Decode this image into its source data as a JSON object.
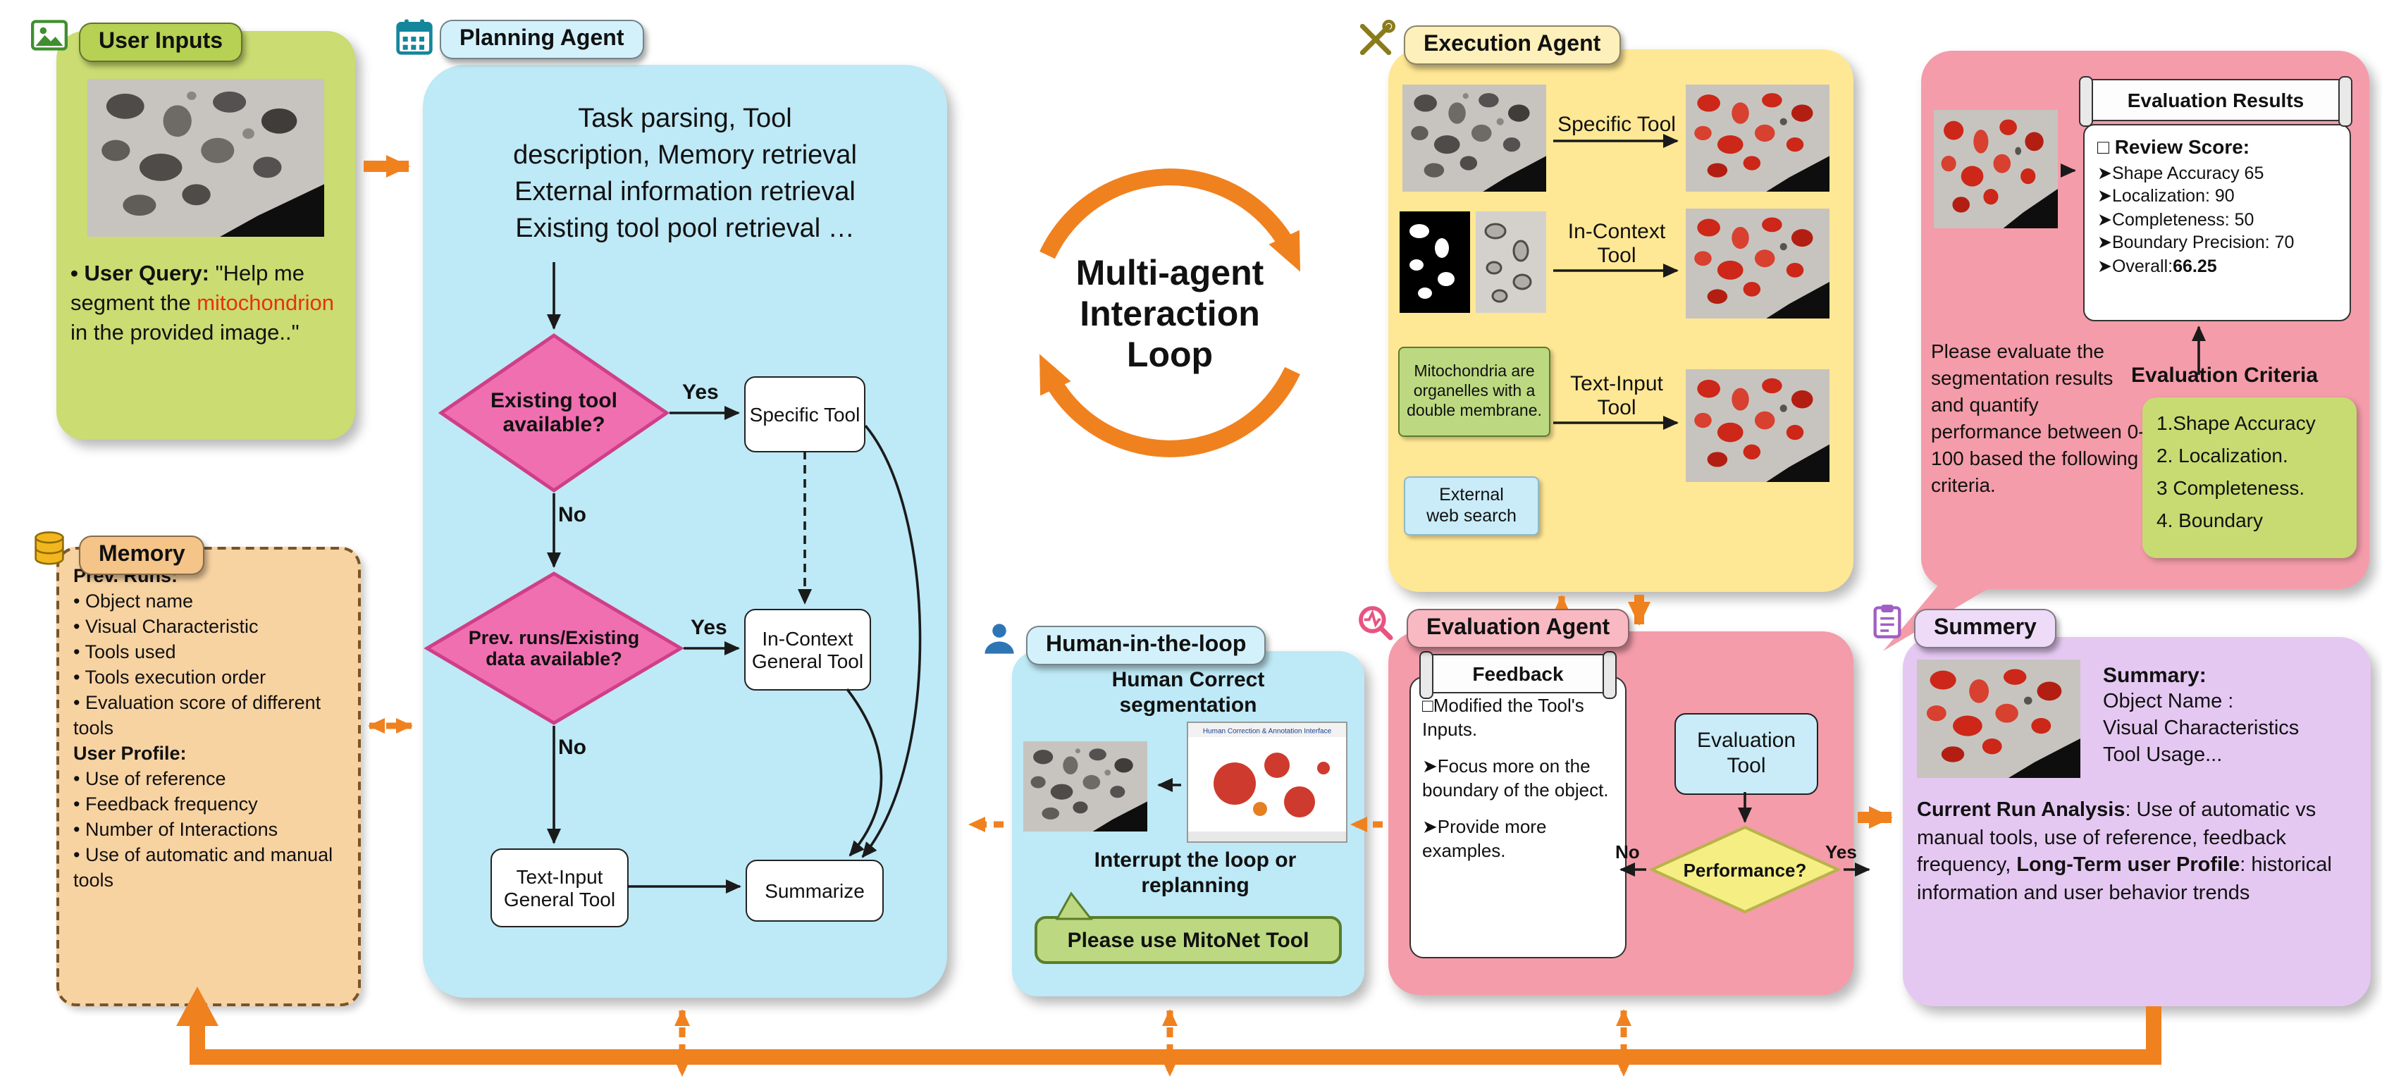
{
  "colors": {
    "accent_orange": "#F0811F",
    "highlight_red": "#E8320C",
    "user_inputs_green": "#CADC72",
    "agent_blue": "#BEE9F6",
    "execution_yellow": "#FFE895",
    "evaluation_pink": "#F49CA9",
    "summary_purple": "#E5C8F2",
    "memory_tan": "#F8D3A2",
    "decision_pink": "#F06FB0",
    "performance_yellow": "#F5EE83"
  },
  "user_inputs": {
    "title": "User Inputs",
    "query_label": "• User Query: ",
    "query_text_1": "\"Help me segment the ",
    "query_highlight": "mitochondrion",
    "query_text_2": " in the provided image..\""
  },
  "planning": {
    "title": "Planning Agent",
    "intro": [
      "Task parsing, Tool",
      "description, Memory retrieval",
      "External information retrieval",
      "Existing tool pool retrieval …"
    ],
    "diamond1": "Existing tool available?",
    "diamond2": "Prev. runs/Existing data available?",
    "yes": "Yes",
    "no": "No",
    "specific_tool": "Specific Tool",
    "in_context_tool": "In-Context General Tool",
    "text_input_tool": "Text-Input General Tool",
    "summarize": "Summarize"
  },
  "loop": {
    "lines": [
      "Multi-agent",
      "Interaction",
      "Loop"
    ]
  },
  "execution": {
    "title": "Execution Agent",
    "specific_label": "Specific Tool",
    "in_context_label": "In-Context Tool",
    "text_input_label": "Text-Input Tool",
    "note": "Mitochondria are organelles with a double membrane.",
    "web_search": "External web search"
  },
  "evaluation_results": {
    "banner": "Evaluation Results",
    "review_title": "□ Review Score:",
    "scores": [
      "➤Shape Accuracy 65",
      "➤Localization: 90",
      "➤Completeness: 50",
      "➤Boundary Precision: 70"
    ],
    "overall_label": "➤Overall:",
    "overall_value": "66.25",
    "prompt": "Please evaluate the segmentation results and quantify performance between 0-100 based the following criteria.",
    "criteria_title": "Evaluation Criteria",
    "criteria": [
      "1.Shape Accuracy",
      "2. Localization.",
      "3 Completeness.",
      "4. Boundary"
    ]
  },
  "memory": {
    "title": "Memory",
    "prev_runs_title": "Prev. Runs:",
    "prev_runs": [
      "• Object name",
      "• Visual Characteristic",
      "• Tools used",
      "• Tools execution order",
      "• Evaluation score of different tools"
    ],
    "profile_title": "User Profile:",
    "profile": [
      "• Use of reference",
      "• Feedback frequency",
      "• Number of Interactions",
      "• Use of automatic and manual tools"
    ]
  },
  "human_loop": {
    "title": "Human-in-the-loop",
    "subtitle": "Human Correct segmentation",
    "ui_caption": "Human Correction & Annotation Interface",
    "interrupt": "Interrupt the loop or replanning",
    "bubble": "Please use MitoNet Tool"
  },
  "evaluation_agent": {
    "title": "Evaluation Agent",
    "banner": "Feedback",
    "feedback_1": "□Modified the Tool's Inputs.",
    "feedback_2": "➤Focus more on the boundary of the object.",
    "feedback_3": "➤Provide more examples.",
    "tool": "Evaluation Tool",
    "diamond": "Performance?",
    "no": "No",
    "yes": "Yes"
  },
  "summary": {
    "title": "Summery",
    "heading": "Summary:",
    "lines": [
      "Object Name :",
      "Visual Characteristics",
      "Tool Usage..."
    ],
    "analysis_bold_1": "Current Run Analysis",
    "analysis_text_1": ": Use of automatic vs manual tools, use of reference, feedback frequency, ",
    "analysis_bold_2": "Long-Term user Profile",
    "analysis_text_2": ": historical information and user behavior trends"
  }
}
